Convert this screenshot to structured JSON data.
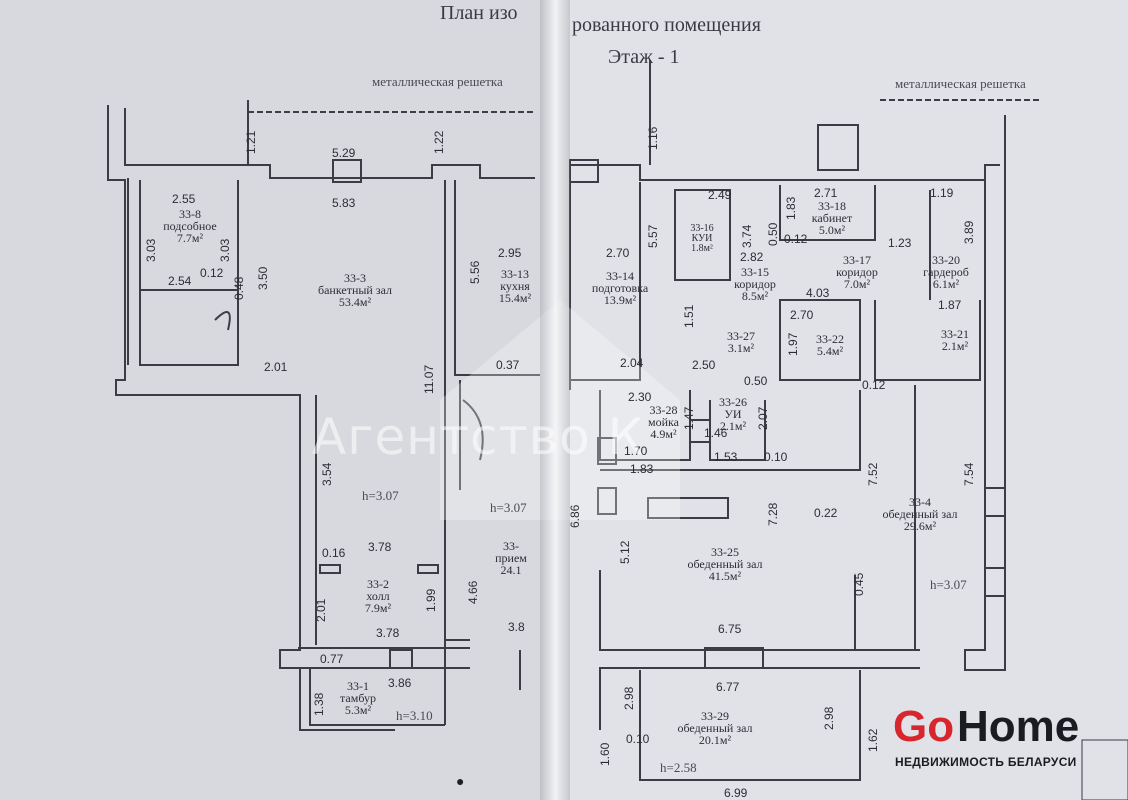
{
  "title": {
    "part1": "План изо",
    "part2": "рованного помещения",
    "floor": "Этаж - 1"
  },
  "notes": {
    "grille_left": "металлическая решетка",
    "grille_right": "металлическая решетка",
    "height_1": "h=3.07",
    "height_2": "h=3.07",
    "height_3": "h=3.07",
    "height_4": "h=2.58",
    "height_5": "h=3.10"
  },
  "rooms": [
    {
      "id": "33-8",
      "name": "подсобное",
      "area": "7.7м²"
    },
    {
      "id": "33-3",
      "name": "банкетный зал",
      "area": "53.4м²"
    },
    {
      "id": "33-13",
      "name": "кухня",
      "area": "15.4м²"
    },
    {
      "id": "33-14",
      "name": "подготовка",
      "area": "13.9м²"
    },
    {
      "id": "33-16",
      "name": "КУИ",
      "area": "1.8м²"
    },
    {
      "id": "33-15",
      "name": "коридор",
      "area": "8.5м²"
    },
    {
      "id": "33-18",
      "name": "кабинет",
      "area": "5.0м²"
    },
    {
      "id": "33-17",
      "name": "коридор",
      "area": "7.0м²"
    },
    {
      "id": "33-20",
      "name": "гардероб",
      "area": "6.1м²"
    },
    {
      "id": "33-22",
      "name": "",
      "area": "5.4м²"
    },
    {
      "id": "33-21",
      "name": "",
      "area": "2.1м²"
    },
    {
      "id": "33-27",
      "name": "",
      "area": "3.1м²"
    },
    {
      "id": "33-28",
      "name": "мойка",
      "area": "4.9м²"
    },
    {
      "id": "33-26",
      "name": "УИ",
      "area": "2.1м²"
    },
    {
      "id": "33-2",
      "name": "холл",
      "area": "7.9м²"
    },
    {
      "id": "33-1",
      "name": "тамбур",
      "area": "5.3м²"
    },
    {
      "id": "33-25",
      "name": "обеденный зал",
      "area": "41.5м²"
    },
    {
      "id": "33-4",
      "name": "обеденный зал",
      "area": "29.6м²"
    },
    {
      "id": "33-29",
      "name": "обеденный зал",
      "area": "20.1м²"
    },
    {
      "id": "33-",
      "name": "прием",
      "area": "24.1"
    }
  ],
  "dims": [
    "5.29",
    "5.83",
    "2.55",
    "3.03",
    "3.03",
    "0.12",
    "3.50",
    "0.48",
    "2.54",
    "1.21",
    "1.22",
    "2.01",
    "3.54",
    "11.07",
    "2.95",
    "5.56",
    "1.16",
    "2.70",
    "5.57",
    "2.49",
    "3.74",
    "2.82",
    "0.50",
    "0.12",
    "4.03",
    "2.70",
    "1.97",
    "2.71",
    "1.83",
    "3.89",
    "1.87",
    "2.04",
    "1.51",
    "2.50",
    "0.37",
    "2.30",
    "1.47",
    "2.07",
    "1.46",
    "1.70",
    "1.53",
    "1.83",
    "0.10",
    "0.22",
    "7.28",
    "7.52",
    "7.54",
    "6.86",
    "5.12",
    "6.75",
    "6.77",
    "6.99",
    "2.98",
    "2.98",
    "1.60",
    "1.62",
    "0.10",
    "0.45",
    "3.78",
    "3.78",
    "0.16",
    "2.01",
    "1.99",
    "4.66",
    "0.77",
    "3.86",
    "1.38",
    "0.50",
    "0.12",
    "3.8",
    "1.19",
    "1.23"
  ],
  "watermark": "Агентство    К",
  "logo": {
    "go": "Go",
    "home": "Home",
    "subtitle": "НЕДВИЖИМОСТЬ БЕЛАРУСИ"
  }
}
